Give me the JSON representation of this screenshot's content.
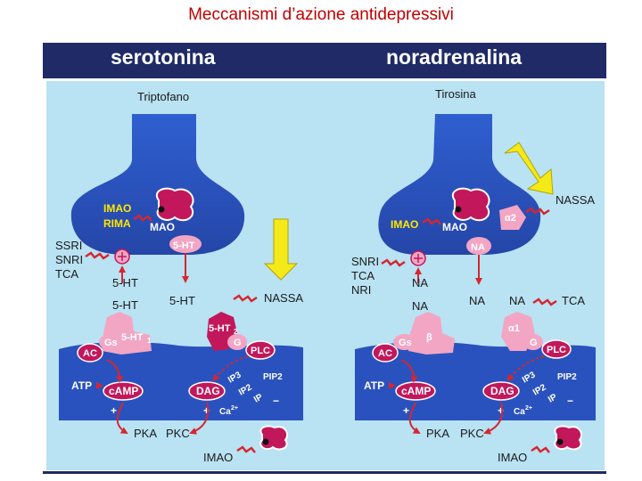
{
  "title": "Meccanismi d’azione antidepressivi",
  "header": {
    "left": "serotonina",
    "right": "noradrenalina"
  },
  "colors": {
    "title": "#c00000",
    "header_bg": "#1f2a66",
    "panel_bg": "#b9e2f3",
    "neuron_blue": "#2a52be",
    "magenta": "#c2185b",
    "pink": "#f2a6c4",
    "arrow_red": "#d6262f",
    "yellow_arrow": "#f4ea1a",
    "label_yellow": "#ffe800"
  },
  "left": {
    "precursor": "Triptofano",
    "imao": "IMAO",
    "rima": "RIMA",
    "mao": "MAO",
    "vesicle": "5-HT",
    "drugs": [
      "SSRI",
      "SNRI",
      "TCA"
    ],
    "nt_upper": "5-HT",
    "nt_lower": "5-HT",
    "nt_release": "5-HT",
    "nassa": "NASSA",
    "receptor_left": "5-HT",
    "receptor_left_sub": "1",
    "receptor_right": "5-HT",
    "receptor_right_sub": "2",
    "gs": "Gs",
    "g": "G",
    "ac": "AC",
    "plc": "PLC",
    "atp": "ATP",
    "camp": "cAMP",
    "dag": "DAG",
    "ip3": "IP3",
    "ip2": "IP2",
    "ip": "IP",
    "pip2": "PIP2",
    "plus": "+",
    "minus": "−",
    "ca": "Ca",
    "ca_sup": "2+",
    "pka": "PKA",
    "pkc": "PKC",
    "imao_bottom": "IMAO"
  },
  "right": {
    "precursor": "Tirosina",
    "nassa_top": "NASSA",
    "alpha2": "α2",
    "imao": "IMAO",
    "mao": "MAO",
    "vesicle": "NA",
    "drugs": [
      "SNRI",
      "TCA",
      "NRI"
    ],
    "nt_upper": "NA",
    "nt_lower": "NA",
    "nt_release": "NA",
    "nt_right": "NA",
    "tca": "TCA",
    "receptor_left": "β",
    "receptor_right": "α1",
    "gs": "Gs",
    "g": "G",
    "ac": "AC",
    "plc": "PLC",
    "atp": "ATP",
    "camp": "cAMP",
    "dag": "DAG",
    "ip3": "IP3",
    "ip2": "IP2",
    "ip": "IP",
    "pip2": "PIP2",
    "plus": "+",
    "minus": "−",
    "ca": "Ca",
    "ca_sup": "2+",
    "pka": "PKA",
    "pkc": "PKC",
    "imao_bottom": "IMAO"
  }
}
